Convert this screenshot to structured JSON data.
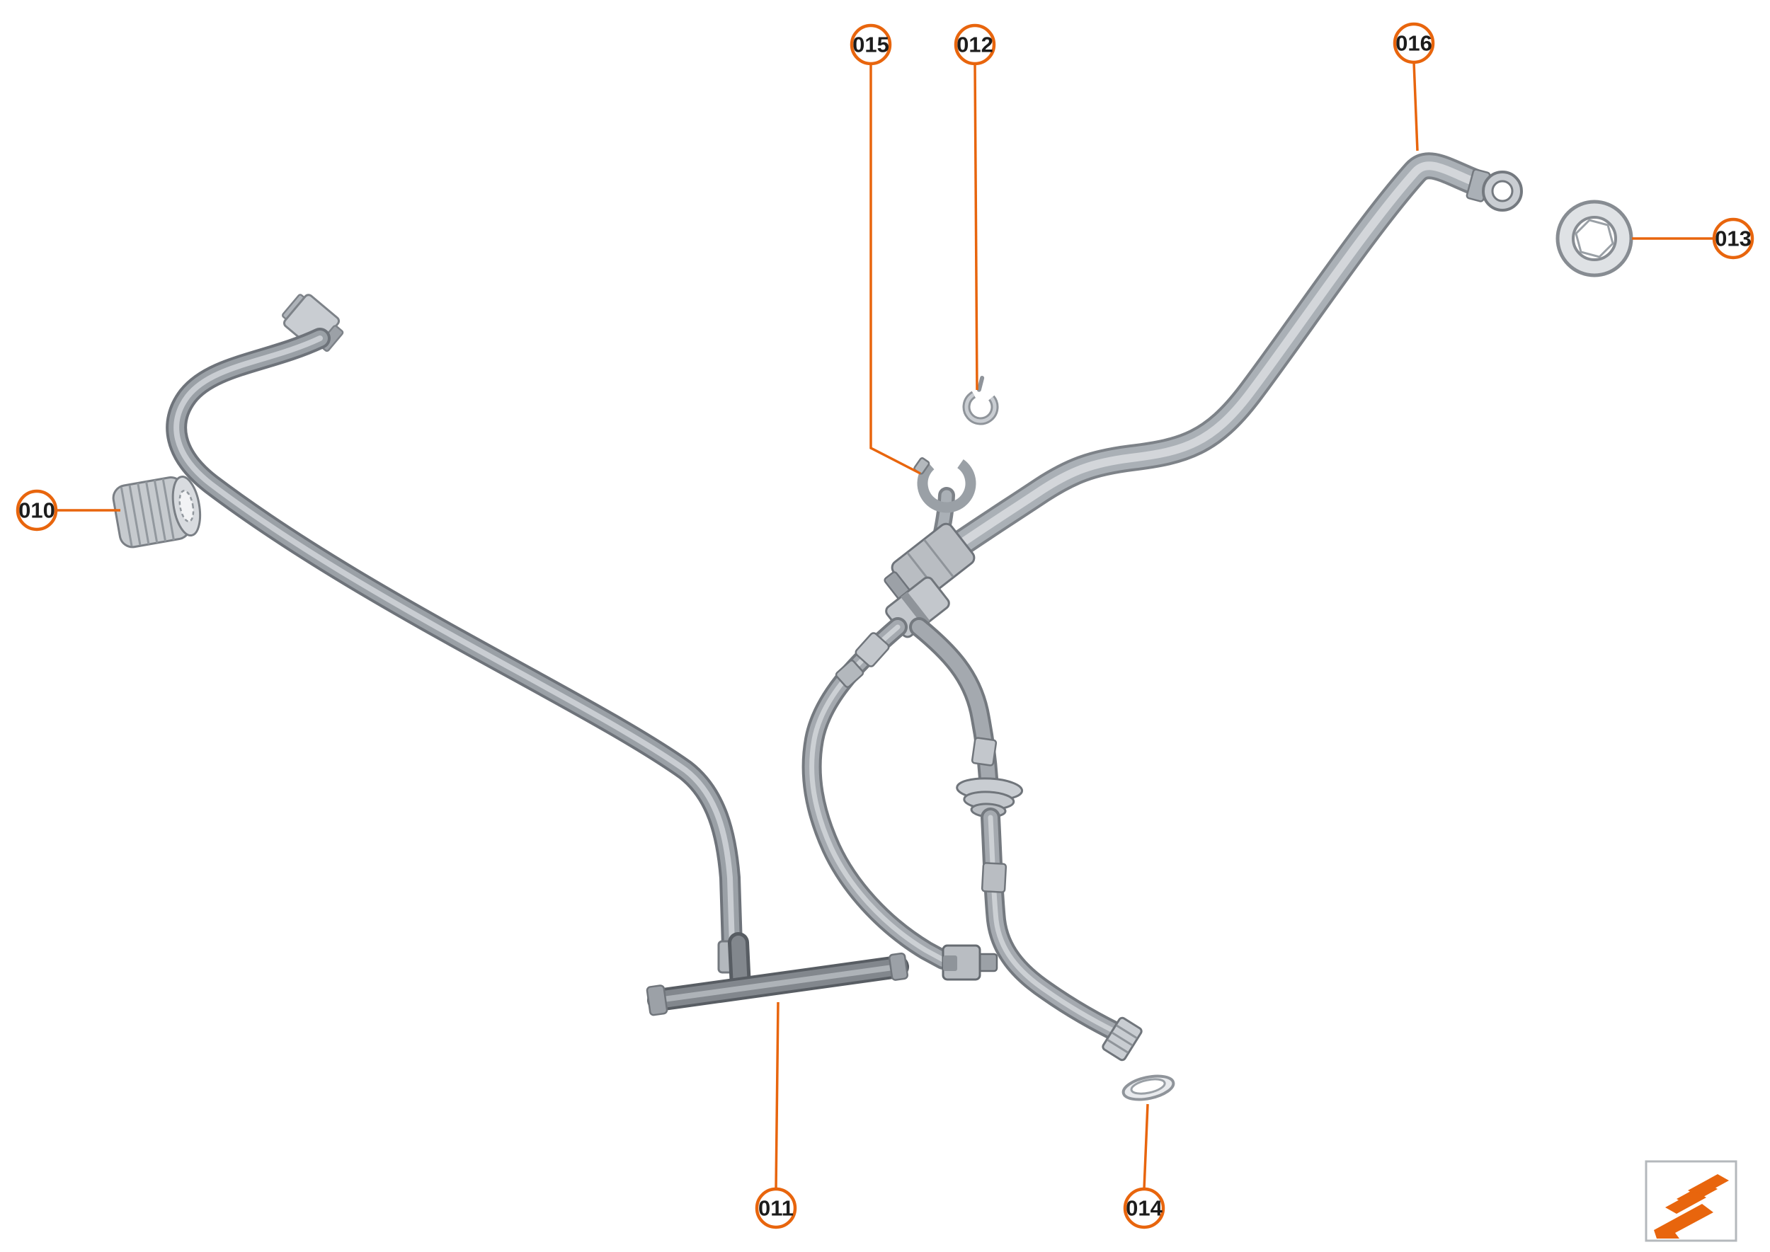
{
  "diagram": {
    "type": "exploded-parts-hose-diagram",
    "accent_color": "#e8650d",
    "part_fill_color": "#c3c7cc",
    "hose_color": "#9aa0a6",
    "callouts": [
      {
        "label": "010"
      },
      {
        "label": "011"
      },
      {
        "label": "012"
      },
      {
        "label": "013"
      },
      {
        "label": "014"
      },
      {
        "label": "015"
      },
      {
        "label": "016"
      }
    ]
  },
  "footer": {
    "logo_icon": "layered-parts-logo-icon"
  }
}
